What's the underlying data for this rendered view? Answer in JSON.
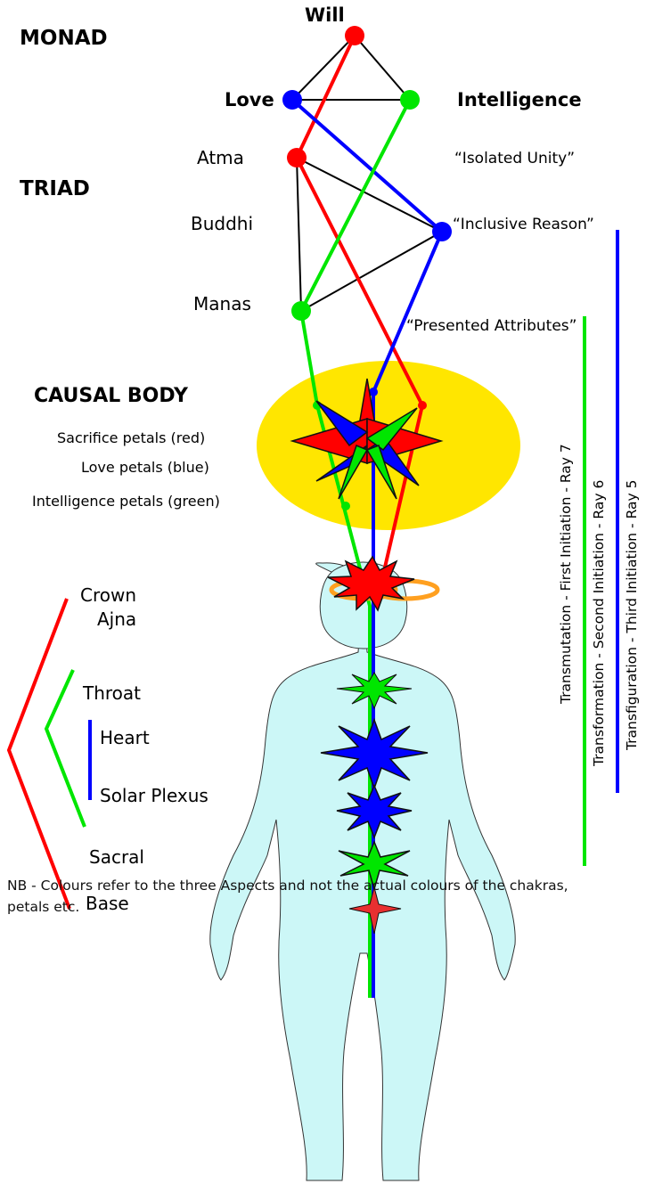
{
  "monad": {
    "heading": "MONAD",
    "will": "Will",
    "love": "Love",
    "intelligence": "Intelligence"
  },
  "triad": {
    "heading": "TRIAD",
    "atma": "Atma",
    "buddhi": "Buddhi",
    "manas": "Manas",
    "isolated_unity": "“Isolated Unity”",
    "inclusive_reason": "“Inclusive Reason”",
    "presented_attributes": "“Presented Attributes”"
  },
  "causal_body": {
    "heading": "CAUSAL BODY",
    "sacrifice": "Sacrifice petals (red)",
    "love": "Love petals (blue)",
    "intelligence": "Intelligence petals (green)"
  },
  "chakras": {
    "crown": "Crown",
    "ajna": "Ajna",
    "throat": "Throat",
    "heart": "Heart",
    "solar_plexus": "Solar Plexus",
    "sacral": "Sacral",
    "base": "Base"
  },
  "initiations": {
    "first": "Transmutation - First Initiation - Ray 7",
    "second": "Transformation - Second Initiation - Ray 6",
    "third": "Transfiguration - Third Initiation - Ray 5"
  },
  "note": "NB - Colours refer to the three Aspects and not the actual colours of the chakras, petals etc.",
  "colors": {
    "will": "#ff0000",
    "love": "#0000ff",
    "intelligence": "#00e600",
    "causal": "#ffe600",
    "body": "#ccf7f7",
    "halo": "#ffa020"
  }
}
